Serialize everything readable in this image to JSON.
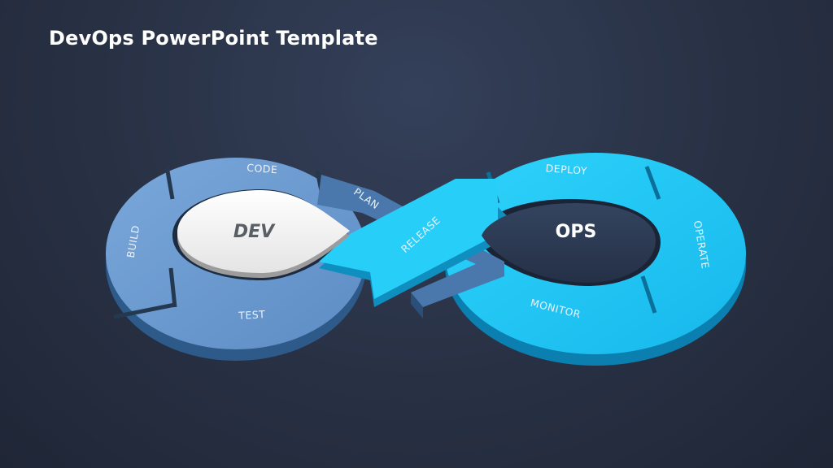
{
  "slide": {
    "title": "DevOps PowerPoint Template"
  },
  "diagram": {
    "type": "infinity-loop",
    "dev": {
      "hub_label": "DEV",
      "color": "#6b9bd1",
      "side_color": "#3f6fa3",
      "hub_color": "#f5f5f5",
      "segments": [
        {
          "label": "PLAN"
        },
        {
          "label": "CODE"
        },
        {
          "label": "BUILD"
        },
        {
          "label": "TEST"
        }
      ]
    },
    "ops": {
      "hub_label": "OPS",
      "color": "#1ec8f3",
      "side_color": "#0e8fc0",
      "hub_color": "#2c3a52",
      "segments": [
        {
          "label": "RELEASE"
        },
        {
          "label": "DEPLOY"
        },
        {
          "label": "OPERATE"
        },
        {
          "label": "MONITOR"
        }
      ]
    }
  }
}
